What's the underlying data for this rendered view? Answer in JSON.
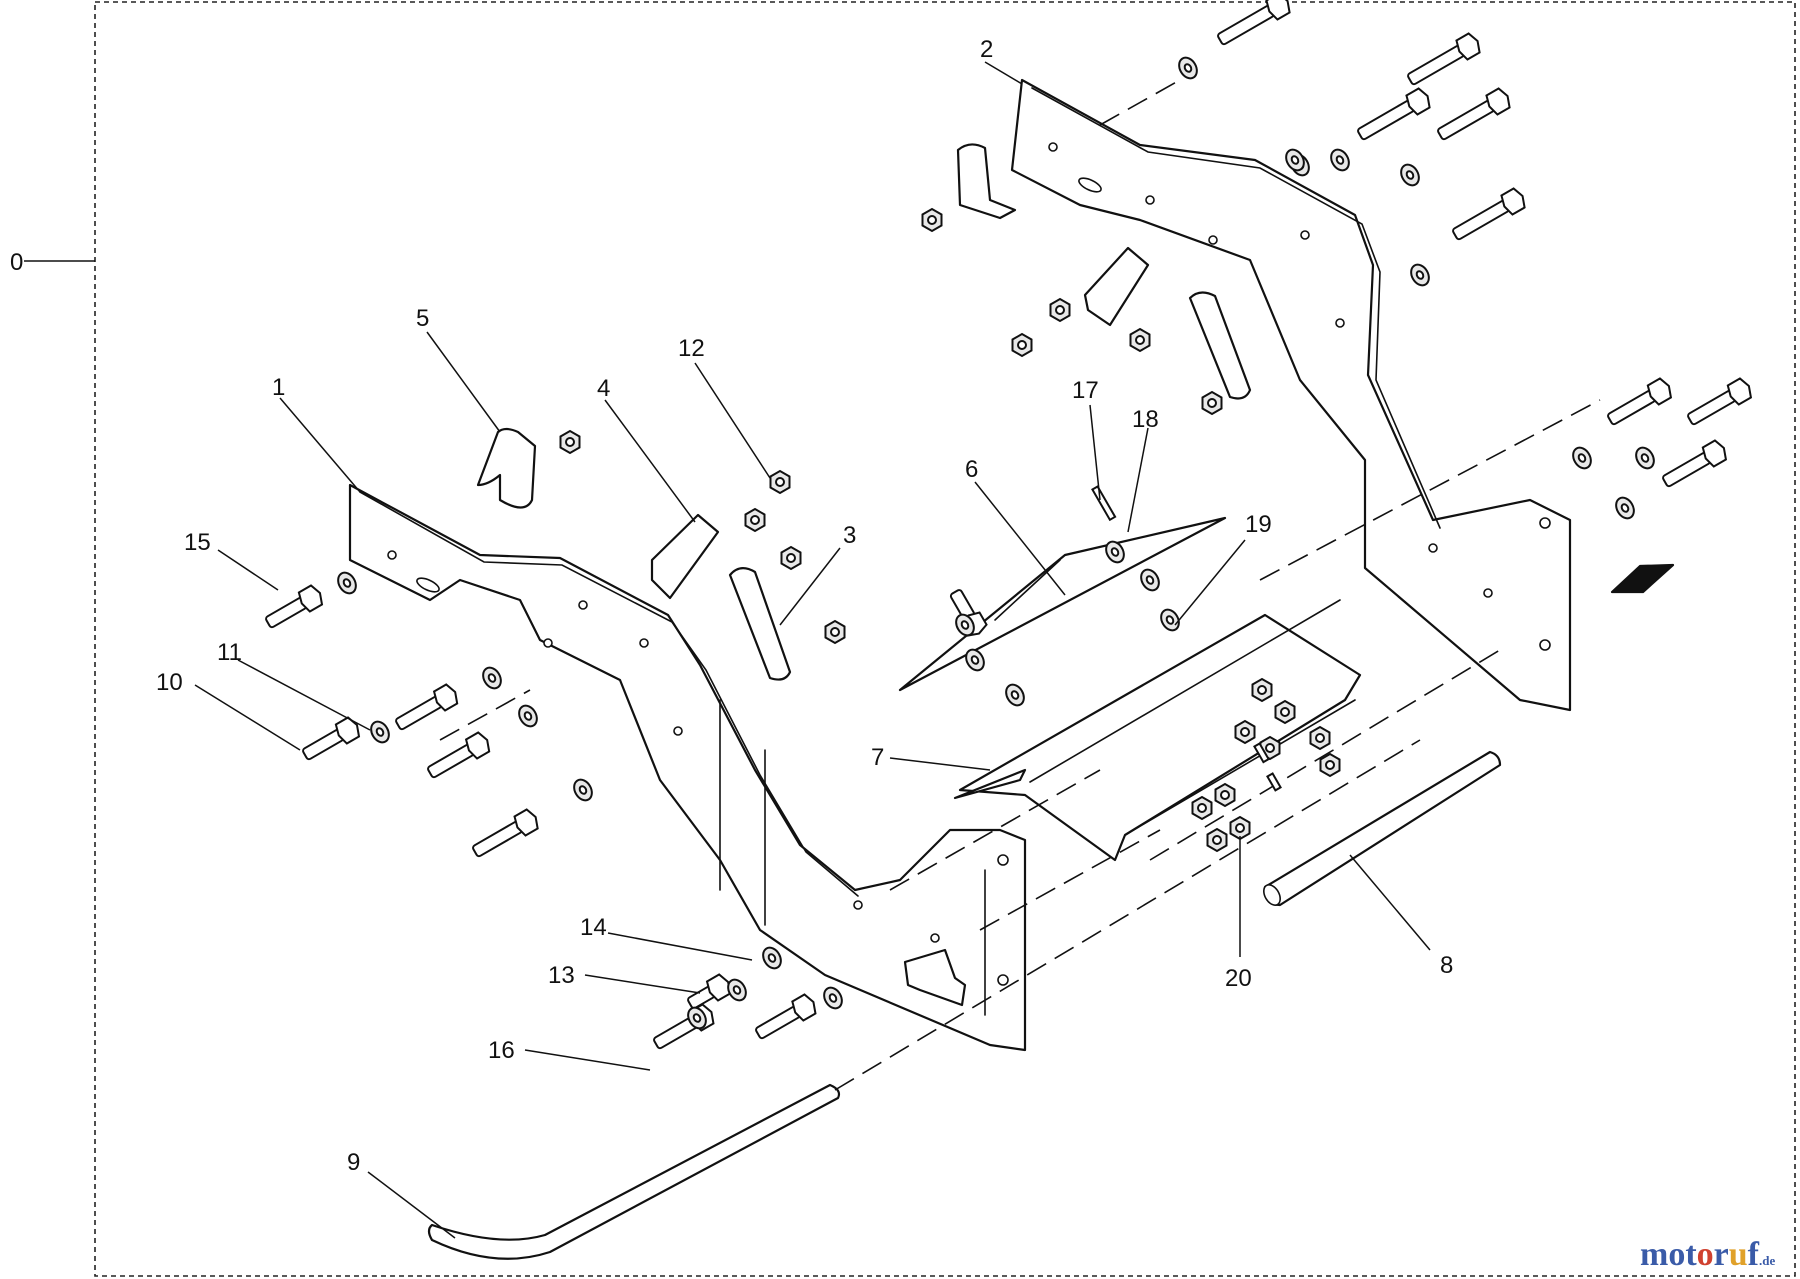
{
  "figure": {
    "border_style": "dashed",
    "assembly_label": "0"
  },
  "callouts": [
    {
      "id": "1",
      "text": "1"
    },
    {
      "id": "2",
      "text": "2"
    },
    {
      "id": "3",
      "text": "3"
    },
    {
      "id": "4",
      "text": "4"
    },
    {
      "id": "5",
      "text": "5"
    },
    {
      "id": "6",
      "text": "6"
    },
    {
      "id": "7",
      "text": "7"
    },
    {
      "id": "8",
      "text": "8"
    },
    {
      "id": "9",
      "text": "9"
    },
    {
      "id": "10",
      "text": "10"
    },
    {
      "id": "11",
      "text": "11"
    },
    {
      "id": "12",
      "text": "12"
    },
    {
      "id": "13",
      "text": "13"
    },
    {
      "id": "14",
      "text": "14"
    },
    {
      "id": "15",
      "text": "15"
    },
    {
      "id": "16",
      "text": "16"
    },
    {
      "id": "17",
      "text": "17"
    },
    {
      "id": "18",
      "text": "18"
    },
    {
      "id": "19",
      "text": "19"
    },
    {
      "id": "20",
      "text": "20"
    }
  ],
  "watermark": {
    "brand": "motoruf",
    "suffix": ".de",
    "colors": {
      "m": "#3a5ba8",
      "o1": "#3a5ba8",
      "t": "#3a5ba8",
      "o2": "#d0412f",
      "r": "#3a5ba8",
      "u": "#e0a12a",
      "f": "#3a5ba8"
    }
  },
  "colors": {
    "line": "#111111",
    "background": "#ffffff"
  }
}
